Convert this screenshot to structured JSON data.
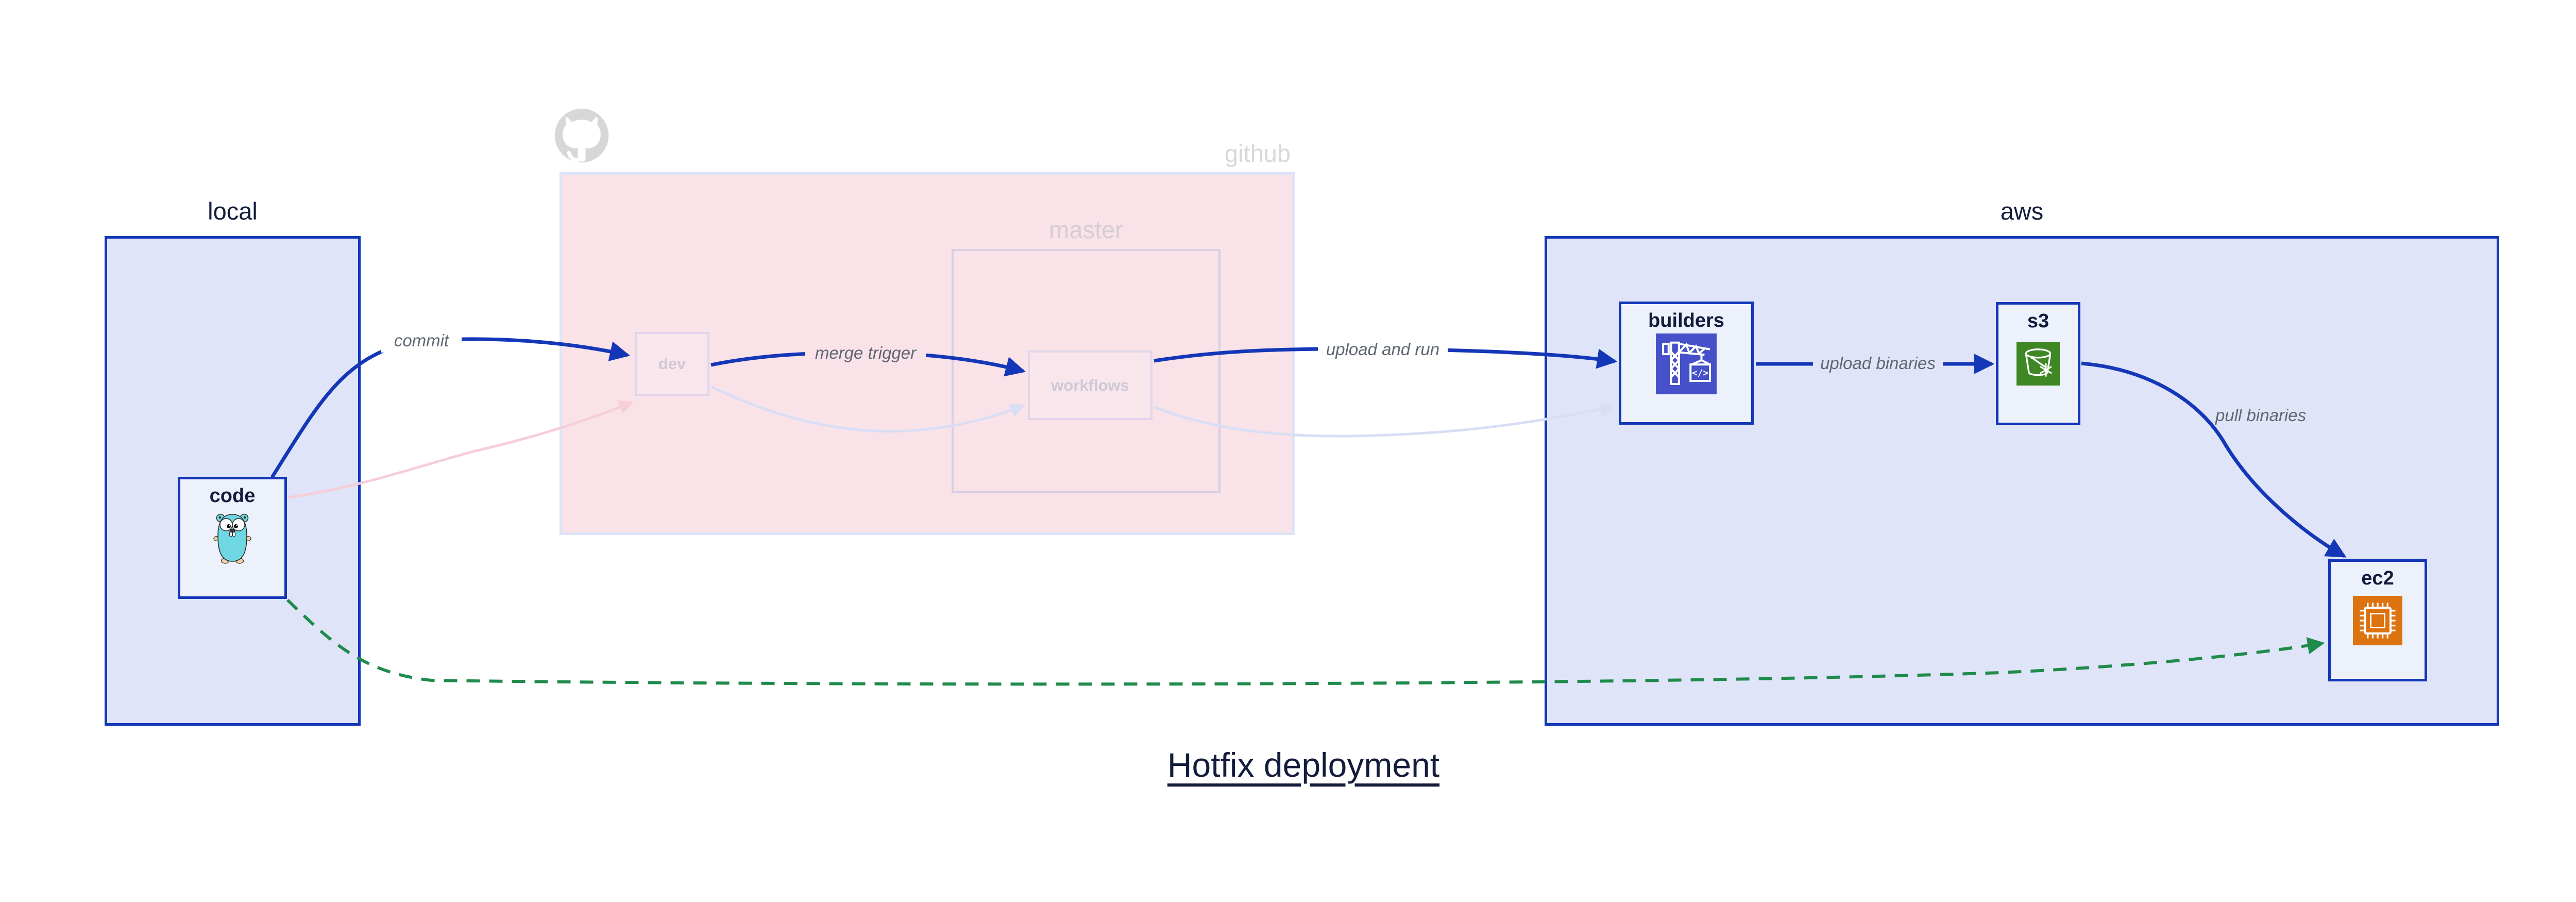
{
  "title": "Hotfix deployment",
  "groups": {
    "local": {
      "label": "local"
    },
    "github": {
      "label": "github",
      "icon": "github-octocat-icon"
    },
    "master": {
      "label": "master"
    },
    "aws": {
      "label": "aws"
    }
  },
  "nodes": {
    "code": {
      "label": "code",
      "icon": "go-gopher-icon"
    },
    "dev": {
      "label": "dev"
    },
    "workflows": {
      "label": "workflows"
    },
    "builders": {
      "label": "builders",
      "icon": "aws-codebuild-icon"
    },
    "s3": {
      "label": "s3",
      "icon": "aws-s3-icon"
    },
    "ec2": {
      "label": "ec2",
      "icon": "aws-ec2-icon"
    }
  },
  "edges": {
    "commit": {
      "from": "code",
      "to": "dev",
      "label": "commit",
      "style": "solid-blue"
    },
    "merge_trigger": {
      "from": "dev",
      "to": "workflows",
      "label": "merge trigger",
      "style": "solid-blue"
    },
    "upload_and_run": {
      "from": "workflows",
      "to": "builders",
      "label": "upload and run",
      "style": "solid-blue"
    },
    "upload_binaries": {
      "from": "builders",
      "to": "s3",
      "label": "upload binaries",
      "style": "solid-blue"
    },
    "pull_binaries": {
      "from": "s3",
      "to": "ec2",
      "label": "pull binaries",
      "style": "solid-blue"
    },
    "hotfix_direct": {
      "from": "code",
      "to": "ec2",
      "label": "",
      "style": "dashed-green"
    },
    "code_dev_faded": {
      "from": "code",
      "to": "dev",
      "label": "",
      "style": "faded-pink"
    },
    "dev_wf_faded": {
      "from": "dev",
      "to": "workflows",
      "label": "",
      "style": "faded-lavender"
    },
    "wf_build_faded": {
      "from": "workflows",
      "to": "builders",
      "label": "",
      "style": "faded-lavender"
    }
  },
  "colors": {
    "accent_blue": "#1437b8",
    "group_fill_blue": "#dfe4f8",
    "node_fill": "#edf1fc",
    "github_fill": "#f9e2e8",
    "github_border": "#dde4f6",
    "muted_border": "#d9cfe4",
    "muted_text": "#cfc8d6",
    "muted_group_text": "#d8d7db",
    "edge_label_text": "#5f6672",
    "faded_lavender_edge": "#d9def4",
    "faded_pink_edge": "#f6cdd9",
    "hotfix_green": "#1f8b4b",
    "title_text": "#131c3a",
    "codebuild_indigo": "#4650c8",
    "s3_green": "#3f8624",
    "ec2_orange": "#dd7310",
    "gopher_teal": "#6ed7e2",
    "octocat_gray": "#d7d7d7"
  }
}
